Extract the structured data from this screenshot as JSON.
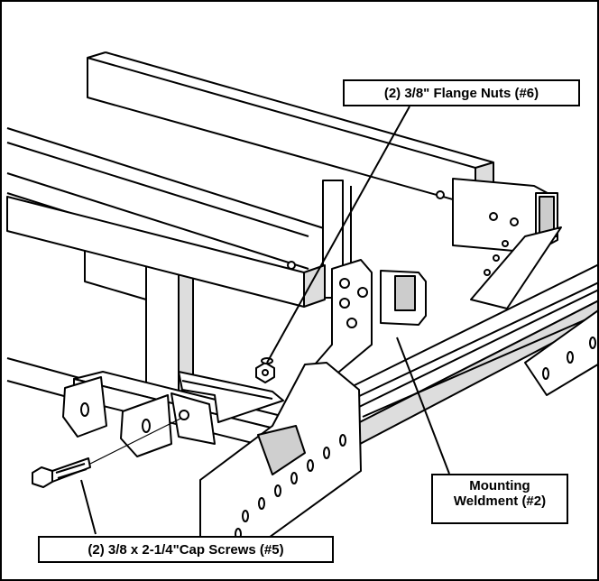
{
  "callouts": {
    "flange_nuts": "(2) 3/8\" Flange Nuts (#6)",
    "mounting_weldment_line1": "Mounting",
    "mounting_weldment_line2": "Weldment (#2)",
    "cap_screws": "(2) 3/8 x 2-1/4\"Cap Screws (#5)"
  },
  "colors": {
    "line": "#000000",
    "fill": "#ffffff",
    "shade": "#d9d9d9"
  }
}
